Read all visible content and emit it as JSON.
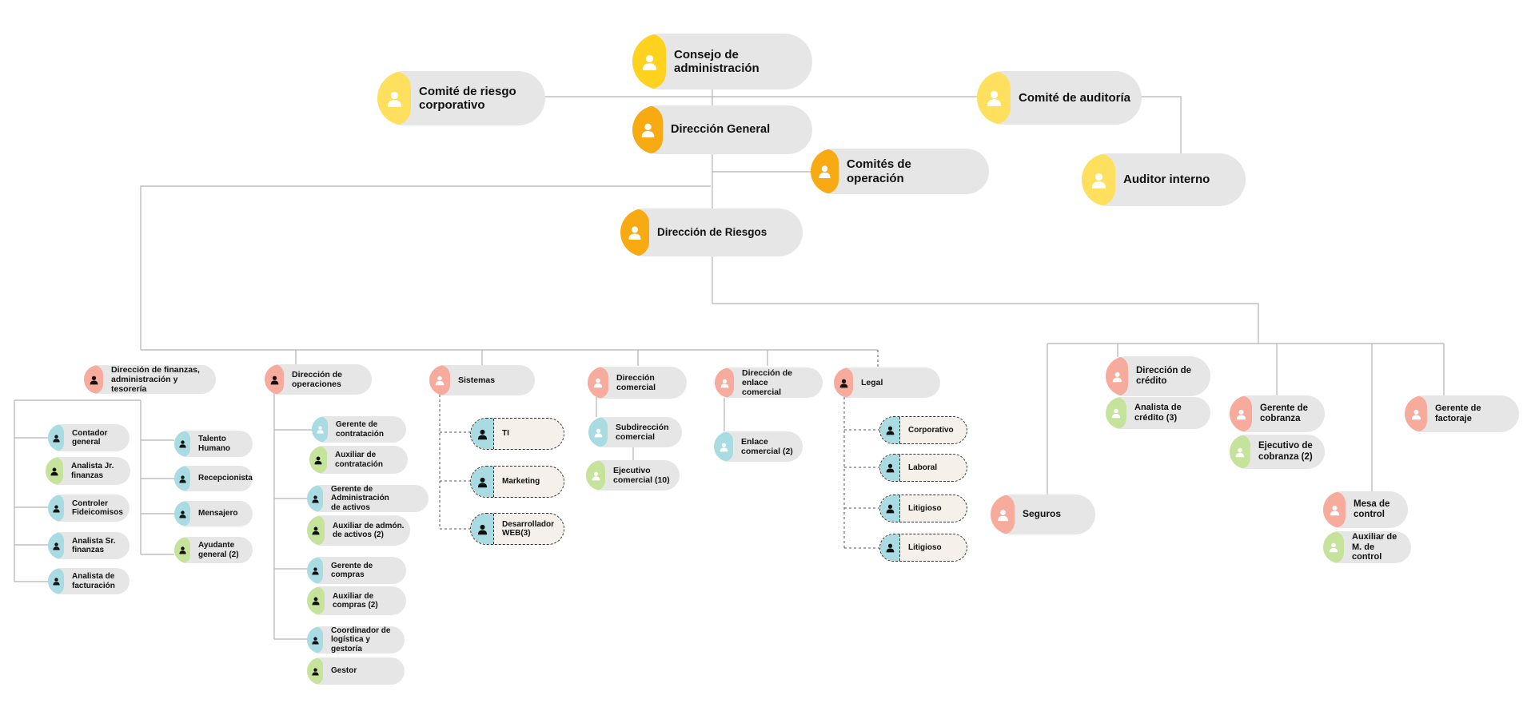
{
  "colors": {
    "gold": "#ffd21f",
    "lightgold": "#ffdf5e",
    "orange": "#f7aa12",
    "salmon": "#f6ab9d",
    "teal": "#a9dbe2",
    "green": "#c6e39b",
    "pill": "#e6e6e6",
    "dashed": "#f5f1ea",
    "line": "#b3b3b3",
    "darkline": "#555555"
  },
  "icons": {
    "person": "person-icon"
  },
  "nodes": [
    {
      "id": "consejo",
      "label": "Consejo de\nadministración",
      "color": "gold",
      "icon": "light"
    },
    {
      "id": "comite_riesgo",
      "label": "Comité de riesgo\ncorporativo",
      "color": "lightgold",
      "icon": "light"
    },
    {
      "id": "comite_auditoria",
      "label": "Comité de auditoría",
      "color": "lightgold",
      "icon": "light"
    },
    {
      "id": "direccion_general",
      "label": "Dirección General",
      "color": "orange",
      "icon": "light"
    },
    {
      "id": "comites_operacion",
      "label": "Comités de\noperación",
      "color": "orange",
      "icon": "light"
    },
    {
      "id": "auditor_interno",
      "label": "Auditor interno",
      "color": "lightgold",
      "icon": "light"
    },
    {
      "id": "direccion_riesgos",
      "label": "Dirección de Riesgos",
      "color": "orange",
      "icon": "light"
    },
    {
      "id": "dir_finanzas",
      "label": "Dirección de finanzas,\nadministración y tesorería",
      "color": "salmon",
      "icon": "dark"
    },
    {
      "id": "dir_operaciones",
      "label": "Dirección de\noperaciones",
      "color": "salmon",
      "icon": "dark"
    },
    {
      "id": "sistemas",
      "label": "Sistemas",
      "color": "salmon",
      "icon": "light"
    },
    {
      "id": "dir_comercial",
      "label": "Dirección\ncomercial",
      "color": "salmon",
      "icon": "light"
    },
    {
      "id": "dir_enlace",
      "label": "Dirección de enlace\ncomercial",
      "color": "salmon",
      "icon": "light"
    },
    {
      "id": "legal",
      "label": "Legal",
      "color": "salmon",
      "icon": "dark"
    },
    {
      "id": "dir_credito",
      "label": "Dirección de\ncrédito",
      "color": "salmon",
      "icon": "light"
    },
    {
      "id": "gerente_cobranza",
      "label": "Gerente de\ncobranza",
      "color": "salmon",
      "icon": "light"
    },
    {
      "id": "gerente_factoraje",
      "label": "Gerente de\nfactoraje",
      "color": "salmon",
      "icon": "light"
    },
    {
      "id": "seguros",
      "label": "Seguros",
      "color": "salmon",
      "icon": "light"
    },
    {
      "id": "mesa_control",
      "label": "Mesa de\ncontrol",
      "color": "salmon",
      "icon": "light"
    },
    {
      "id": "contador_general",
      "label": "Contador\ngeneral",
      "color": "teal",
      "icon": "dark"
    },
    {
      "id": "analista_jr",
      "label": "Analista Jr.\nfinanzas",
      "color": "green",
      "icon": "dark"
    },
    {
      "id": "controler",
      "label": "Controler\nFideicomisos",
      "color": "teal",
      "icon": "dark"
    },
    {
      "id": "analista_sr",
      "label": "Analista Sr.\nfinanzas",
      "color": "teal",
      "icon": "dark"
    },
    {
      "id": "analista_facturacion",
      "label": "Analista de\nfacturación",
      "color": "teal",
      "icon": "dark"
    },
    {
      "id": "talento_humano",
      "label": "Talento\nHumano",
      "color": "teal",
      "icon": "dark"
    },
    {
      "id": "recepcionista",
      "label": "Recepcionista",
      "color": "teal",
      "icon": "dark"
    },
    {
      "id": "mensajero",
      "label": "Mensajero",
      "color": "teal",
      "icon": "dark"
    },
    {
      "id": "ayudante_general",
      "label": "Ayudante\ngeneral (2)",
      "color": "green",
      "icon": "dark"
    },
    {
      "id": "gerente_contratacion",
      "label": "Gerente de\ncontratación",
      "color": "teal",
      "icon": "light"
    },
    {
      "id": "aux_contratacion",
      "label": "Auxiliar de\ncontratación",
      "color": "green",
      "icon": "dark"
    },
    {
      "id": "gerente_activos",
      "label": "Gerente de Administración\nde activos",
      "color": "teal",
      "icon": "dark"
    },
    {
      "id": "aux_activos",
      "label": "Auxiliar de admón.\nde activos (2)",
      "color": "green",
      "icon": "dark"
    },
    {
      "id": "gerente_compras",
      "label": "Gerente de\ncompras",
      "color": "teal",
      "icon": "dark"
    },
    {
      "id": "aux_compras",
      "label": "Auxiliar de\ncompras (2)",
      "color": "green",
      "icon": "dark"
    },
    {
      "id": "coordinador_logistica",
      "label": "Coordinador de\nlogística y gestoría",
      "color": "teal",
      "icon": "dark"
    },
    {
      "id": "gestor",
      "label": "Gestor",
      "color": "green",
      "icon": "dark"
    },
    {
      "id": "ti",
      "label": "TI",
      "color": "teal",
      "icon": "dark",
      "dashed": true
    },
    {
      "id": "marketing",
      "label": "Marketing",
      "color": "teal",
      "icon": "dark",
      "dashed": true
    },
    {
      "id": "desarrollador_web",
      "label": "Desarrollador\nWEB(3)",
      "color": "teal",
      "icon": "dark",
      "dashed": true
    },
    {
      "id": "subdireccion_comercial",
      "label": "Subdirección\ncomercial",
      "color": "teal",
      "icon": "light"
    },
    {
      "id": "ejecutivo_comercial",
      "label": "Ejecutivo\ncomercial (10)",
      "color": "green",
      "icon": "light"
    },
    {
      "id": "enlace_comercial",
      "label": "Enlace\ncomercial (2)",
      "color": "teal",
      "icon": "light"
    },
    {
      "id": "corporativo",
      "label": "Corporativo",
      "color": "teal",
      "icon": "dark",
      "dashed": true
    },
    {
      "id": "laboral",
      "label": "Laboral",
      "color": "teal",
      "icon": "dark",
      "dashed": true
    },
    {
      "id": "litigioso_1",
      "label": "Litigioso",
      "color": "teal",
      "icon": "dark",
      "dashed": true
    },
    {
      "id": "litigioso_2",
      "label": "Litigioso",
      "color": "teal",
      "icon": "dark",
      "dashed": true
    },
    {
      "id": "analista_credito",
      "label": "Analista de\ncrédito (3)",
      "color": "green",
      "icon": "light"
    },
    {
      "id": "ejecutivo_cobranza",
      "label": "Ejecutivo de\ncobranza (2)",
      "color": "green",
      "icon": "light"
    },
    {
      "id": "aux_mesa_control",
      "label": "Auxiliar de\nM. de control",
      "color": "green",
      "icon": "light"
    }
  ]
}
